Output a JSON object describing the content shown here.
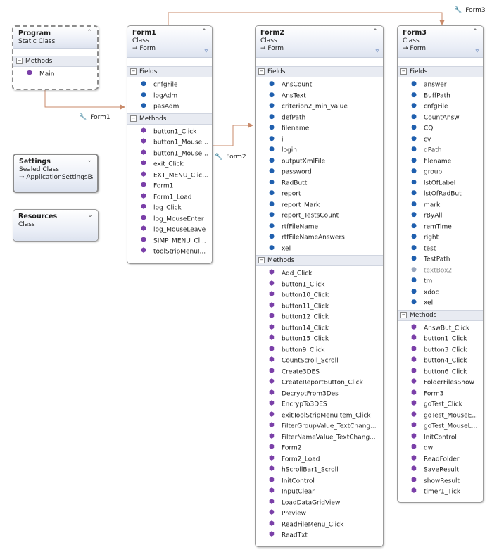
{
  "classes": {
    "program": {
      "name": "Program",
      "kind": "Static Class",
      "methods_label": "Methods",
      "methods": [
        "Main"
      ]
    },
    "settings": {
      "name": "Settings",
      "kind": "Sealed Class",
      "base": "→ ApplicationSettingsBa..."
    },
    "resources": {
      "name": "Resources",
      "kind": "Class"
    },
    "form1": {
      "name": "Form1",
      "kind": "Class",
      "base": "→ Form",
      "fields_label": "Fields",
      "methods_label": "Methods",
      "fields": [
        "cnfgFile",
        "logAdm",
        "pasAdm"
      ],
      "methods": [
        "button1_Click",
        "button1_Mouse...",
        "button1_Mouse...",
        "exit_Click",
        "EXT_MENU_Clic...",
        "Form1",
        "Form1_Load",
        "log_Click",
        "log_MouseEnter",
        "log_MouseLeave",
        "SIMP_MENU_Cl...",
        "toolStripMenuI..."
      ]
    },
    "form2": {
      "name": "Form2",
      "kind": "Class",
      "base": "→ Form",
      "fields_label": "Fields",
      "methods_label": "Methods",
      "fields": [
        "AnsCount",
        "AnsText",
        "criterion2_min_value",
        "defPath",
        "filename",
        "i",
        "login",
        "outputXmlFile",
        "password",
        "RadButt",
        "report",
        "report_Mark",
        "report_TestsCount",
        "rtfFileName",
        "rtfFileNameAnswers",
        "xel"
      ],
      "methods": [
        "Add_Click",
        "button1_Click",
        "button10_Click",
        "button11_Click",
        "button12_Click",
        "button14_Click",
        "button15_Click",
        "button9_Click",
        "CountScroll_Scroll",
        "Create3DES",
        "CreateReportButton_Click",
        "DecryptFrom3Des",
        "EncrypTo3DES",
        "exitToolStripMenuItem_Click",
        "FilterGroupValue_TextChang...",
        "FilterNameValue_TextChang...",
        "Form2",
        "Form2_Load",
        "hScrollBar1_Scroll",
        "InitControl",
        "InputClear",
        "LoadDataGridView",
        "Preview",
        "ReadFileMenu_Click",
        "ReadTxt"
      ]
    },
    "form3": {
      "name": "Form3",
      "kind": "Class",
      "base": "→ Form",
      "fields_label": "Fields",
      "methods_label": "Methods",
      "fields": [
        "answer",
        "BuffPath",
        "cnfgFile",
        "CountAnsw",
        "CQ",
        "cv",
        "dPath",
        "filename",
        "group",
        "lstOfLabel",
        "lstOfRadBut",
        "mark",
        "rByAll",
        "remTime",
        "right",
        "test",
        "TestPath",
        "textBox2",
        "tm",
        "xdoc",
        "xel"
      ],
      "fields_gray": [
        "textBox2"
      ],
      "methods": [
        "AnswBut_Click",
        "button1_Click",
        "button3_Click",
        "button4_Click",
        "button6_Click",
        "FolderFilesShow",
        "Form3",
        "goTest_Click",
        "goTest_MouseE...",
        "goTest_MouseL...",
        "InitControl",
        "qw",
        "ReadFolder",
        "SaveResult",
        "showResult",
        "timer1_Tick"
      ]
    }
  },
  "associations": [
    "Form1",
    "Form2",
    "Form3"
  ],
  "icons": {
    "collapse": "double-chevron-up-icon",
    "expand": "double-chevron-down-icon",
    "filter": "filter-icon",
    "field": "field-icon",
    "method": "method-icon",
    "association": "wrench-icon"
  },
  "colors": {
    "header": "#dde3ef",
    "section": "#e8ebf2",
    "connector": "#c98a6a"
  }
}
